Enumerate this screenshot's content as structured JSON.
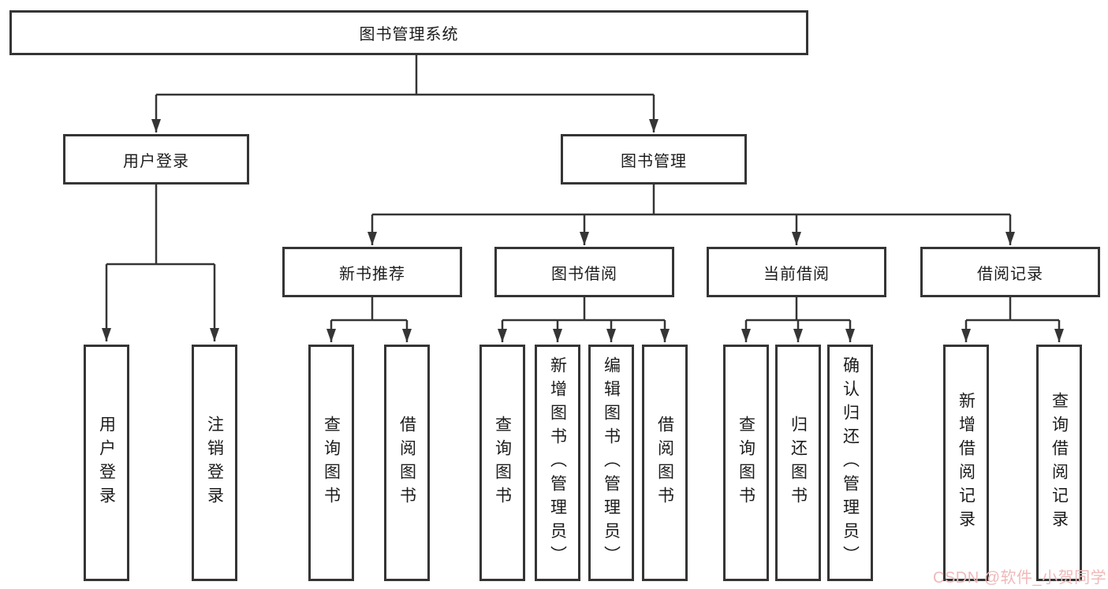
{
  "diagram_title": "图书管理系统",
  "tree": {
    "root": {
      "label": "图书管理系统",
      "children": [
        {
          "label": "用户登录",
          "children": [
            {
              "label": "用户登录"
            },
            {
              "label": "注销登录"
            }
          ]
        },
        {
          "label": "图书管理",
          "children": [
            {
              "label": "新书推荐",
              "children": [
                {
                  "label": "查询图书"
                },
                {
                  "label": "借阅图书"
                }
              ]
            },
            {
              "label": "图书借阅",
              "children": [
                {
                  "label": "查询图书"
                },
                {
                  "label": "新增图书（管理员）"
                },
                {
                  "label": "编辑图书（管理员）"
                },
                {
                  "label": "借阅图书"
                }
              ]
            },
            {
              "label": "当前借阅",
              "children": [
                {
                  "label": "查询图书"
                },
                {
                  "label": "归还图书"
                },
                {
                  "label": "确认归还（管理员）"
                }
              ]
            },
            {
              "label": "借阅记录",
              "children": [
                {
                  "label": "新增借阅记录"
                },
                {
                  "label": "查询借阅记录"
                }
              ]
            }
          ]
        }
      ]
    }
  },
  "watermark": {
    "text": "CSDN @软件_小贺同学",
    "color": "#efb9b9"
  },
  "colors": {
    "line": "#353535",
    "box_border": "#353535",
    "box_background": "#ffffff",
    "text": "#1c1c1c"
  }
}
